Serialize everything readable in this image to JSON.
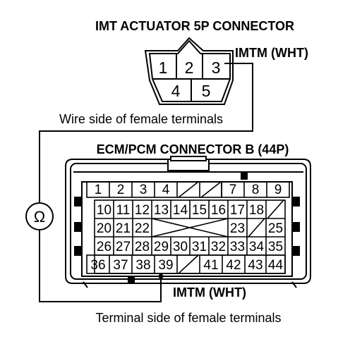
{
  "actuator": {
    "title": "IMT ACTUATOR 5P CONNECTOR",
    "signal_label": "IMTM (WHT)",
    "side_note": "Wire side of female terminals",
    "pins_top": [
      "1",
      "2",
      "3"
    ],
    "pins_bottom": [
      "4",
      "5"
    ]
  },
  "ecm": {
    "title": "ECM/PCM CONNECTOR B (44P)",
    "signal_label": "IMTM (WHT)",
    "side_note": "Terminal side of female terminals",
    "row1": [
      "1",
      "2",
      "3",
      "4",
      "7",
      "8",
      "9"
    ],
    "row2": [
      "10",
      "11",
      "12",
      "13",
      "14",
      "15",
      "16",
      "17",
      "18"
    ],
    "row3": [
      "20",
      "21",
      "22",
      "23",
      "25"
    ],
    "row4": [
      "26",
      "27",
      "28",
      "29",
      "30",
      "31",
      "32",
      "33",
      "34",
      "35"
    ],
    "row5": [
      "36",
      "37",
      "38",
      "39",
      "41",
      "42",
      "43",
      "44"
    ]
  },
  "meter": {
    "symbol": "Ω"
  }
}
